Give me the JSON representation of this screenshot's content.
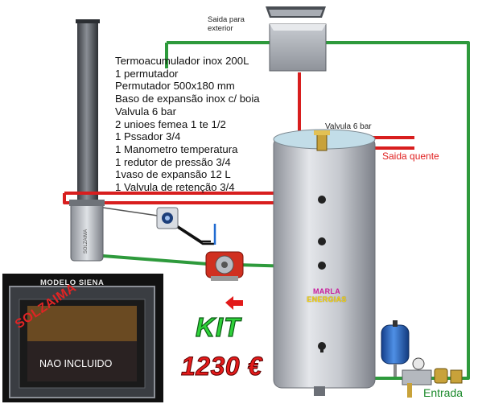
{
  "spec_list": [
    "Termoacumulador inox 200L",
    "1 permutador",
    "Permutador 500x180 mm",
    "Baso de expansão inox c/ boia",
    "Valvula 6 bar",
    "2 unioes femea 1 te 1/2",
    "1 Pssador 3/4",
    "1 Manometro temperatura",
    "1 redutor de pressão 3/4",
    "1vaso de expansão 12 L",
    "1 Valvula de retenção 3/4"
  ],
  "labels": {
    "exterior_outlet": "Saida para exterior",
    "safety_valve": "Valvula 6 bar",
    "hot_outlet": "Saida quente",
    "cold_inlet": "Entrada"
  },
  "tank_brand": {
    "line1": "MARLA",
    "line2": "ENERGIAS"
  },
  "offer": {
    "kit": "KIT",
    "price": "1230 €"
  },
  "stove": {
    "model": "MODELO SIENA",
    "brand": "SOLZAIMA",
    "note": "NAO INCLUIDO"
  },
  "colors": {
    "hot_pipe": "#d81e1e",
    "cold_pipe": "#2e9a3c",
    "tank": "#b8bcc4",
    "expansion_vessel": "#2a6fd0",
    "pump": "#d03020"
  }
}
